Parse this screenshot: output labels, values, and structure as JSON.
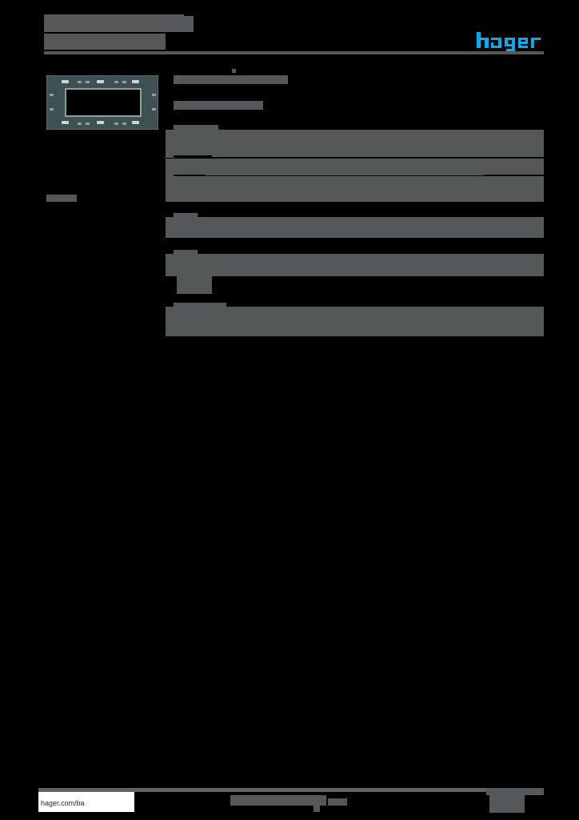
{
  "document": {
    "kind": "product-datasheet",
    "brand": "hager",
    "redacted": true
  },
  "header": {
    "title_line_1": "",
    "title_line_2": "",
    "subtitle": "",
    "logo_text": "hager",
    "logo_color": "#00AEEF"
  },
  "product": {
    "image_alt": "mounting-frame",
    "body_color": "#3F5053",
    "edge_color": "#55686B",
    "screw_color": "#CDD6D6"
  },
  "left_column": {
    "meta_label": ""
  },
  "main": {
    "reference_label": "",
    "description_label": "",
    "spec_groups": [
      {
        "name": "group-1",
        "rows": [
          {
            "label": "",
            "value": ""
          },
          {
            "label": "",
            "value": ""
          },
          {
            "label": "",
            "value": ""
          },
          {
            "label": "",
            "value": ""
          }
        ]
      },
      {
        "name": "group-2",
        "rows": [
          {
            "label": "",
            "value": ""
          }
        ]
      },
      {
        "name": "group-3",
        "rows": [
          {
            "label": "",
            "value": ""
          },
          {
            "label": "",
            "value": ""
          }
        ]
      },
      {
        "name": "group-4",
        "rows": [
          {
            "label": "",
            "value": ""
          },
          {
            "label": "",
            "value": ""
          },
          {
            "label": "",
            "value": ""
          }
        ]
      }
    ]
  },
  "footer": {
    "url": "hager.com/ba",
    "center_text": "",
    "center_text_2": "",
    "right_text": "",
    "right_text_2": ""
  },
  "colors": {
    "page_background": "#000000",
    "redaction": "#555859",
    "redaction_dark": "#4C4F50",
    "rule": "#606364",
    "brand_cyan": "#00AEEF",
    "footer_box": "#FFFFFF"
  }
}
